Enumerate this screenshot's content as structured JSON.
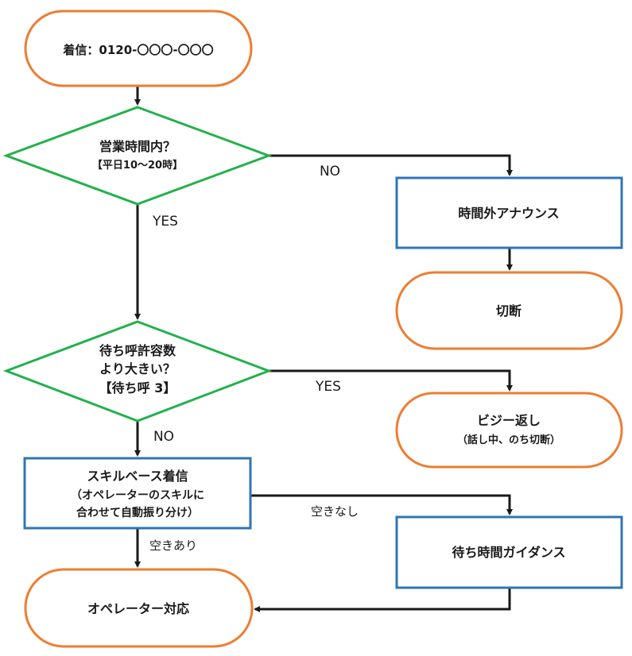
{
  "nodes": {
    "incoming_call": "着信：0120-〇〇〇-〇〇〇",
    "business_hours": {
      "line1": "営業時間内？",
      "line2": "【平日10～20時】"
    },
    "after_hours_announce": "時間外アナウンス",
    "disconnect": "切断",
    "queue_check": {
      "line1": "待ち呼許容数",
      "line2": "より大きい？",
      "line3": "【待ち呼 3】"
    },
    "busy_back": {
      "line1": "ビジー返し",
      "line2": "（話し中、のち切断）"
    },
    "skill_routing": {
      "line1": "スキルベース着信",
      "line2": "（オペレーターのスキルに",
      "line3": "合わせて自動振り分け）"
    },
    "wait_guidance": "待ち時間ガイダンス",
    "operator": "オペレーター対応"
  },
  "edges": {
    "no_1": "NO",
    "yes_1": "YES",
    "yes_2": "YES",
    "no_2": "NO",
    "unavailable": "空きなし",
    "available": "空きあり"
  },
  "colors": {
    "terminal_border": "#ED7D31",
    "decision_border": "#22B14C",
    "process_border": "#2E75B6",
    "line": "#1a1a1a"
  }
}
